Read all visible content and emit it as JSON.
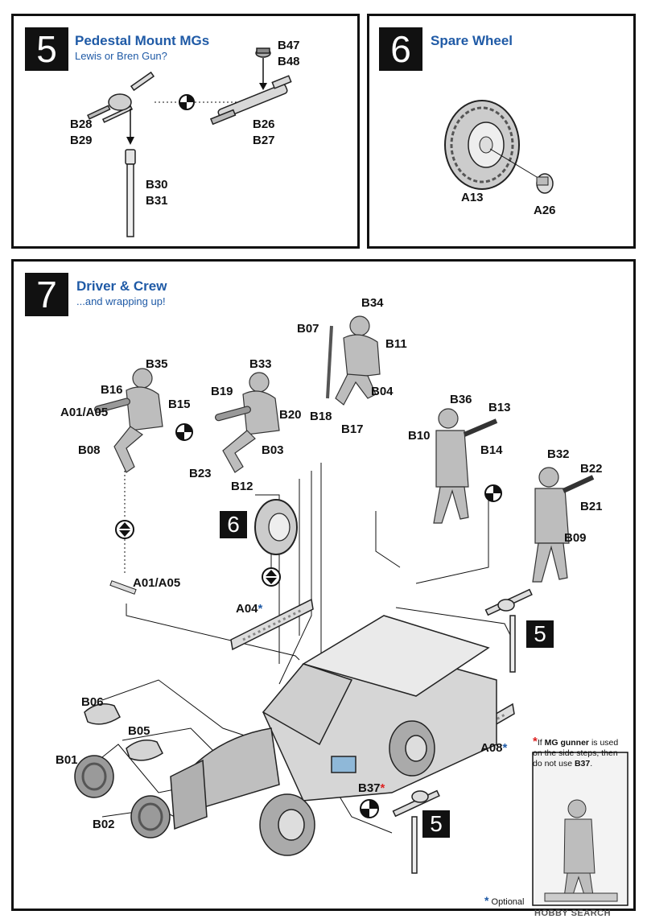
{
  "step5": {
    "number": "5",
    "title": "Pedestal Mount MGs",
    "subtitle": "Lewis or Bren Gun?",
    "parts": {
      "b47": "B47",
      "b48": "B48",
      "b28": "B28",
      "b29": "B29",
      "b26": "B26",
      "b27": "B27",
      "b30": "B30",
      "b31": "B31"
    }
  },
  "step6": {
    "number": "6",
    "title": "Spare Wheel",
    "parts": {
      "a13": "A13",
      "a26": "A26"
    }
  },
  "step7": {
    "number": "7",
    "title": "Driver & Crew",
    "subtitle": "...and wrapping up!",
    "parts": {
      "b34": "B34",
      "b07": "B07",
      "b11": "B11",
      "b04": "B04",
      "b18": "B18",
      "b17": "B17",
      "b35": "B35",
      "b16": "B16",
      "b15": "B15",
      "a01a05_top": "A01/A05",
      "b08": "B08",
      "b33": "B33",
      "b19": "B19",
      "b20": "B20",
      "b03": "B03",
      "b23": "B23",
      "b12": "B12",
      "b36": "B36",
      "b13": "B13",
      "b10": "B10",
      "b14": "B14",
      "b32": "B32",
      "b22": "B22",
      "b21": "B21",
      "b09": "B09",
      "a01a05_bottom": "A01/A05",
      "a04": "A04",
      "a08": "A08",
      "b06": "B06",
      "b05": "B05",
      "b01": "B01",
      "b02": "B02",
      "b37": "B37"
    },
    "mini_badges": {
      "six": "6",
      "five_top": "5",
      "five_bottom": "5"
    },
    "note_marker": "*",
    "note_prefix": "If ",
    "note_bold": "MG gunner",
    "note_middle": " is used on the side steps, then do not use ",
    "note_part": "B37",
    "note_end": ".",
    "optional_marker": "*",
    "optional_label": "Optional"
  },
  "watermark": "HOBBY SEARCH",
  "colors": {
    "accent_blue": "#1f5aa6",
    "optional_red": "#d22222",
    "panel_border": "#111111"
  }
}
